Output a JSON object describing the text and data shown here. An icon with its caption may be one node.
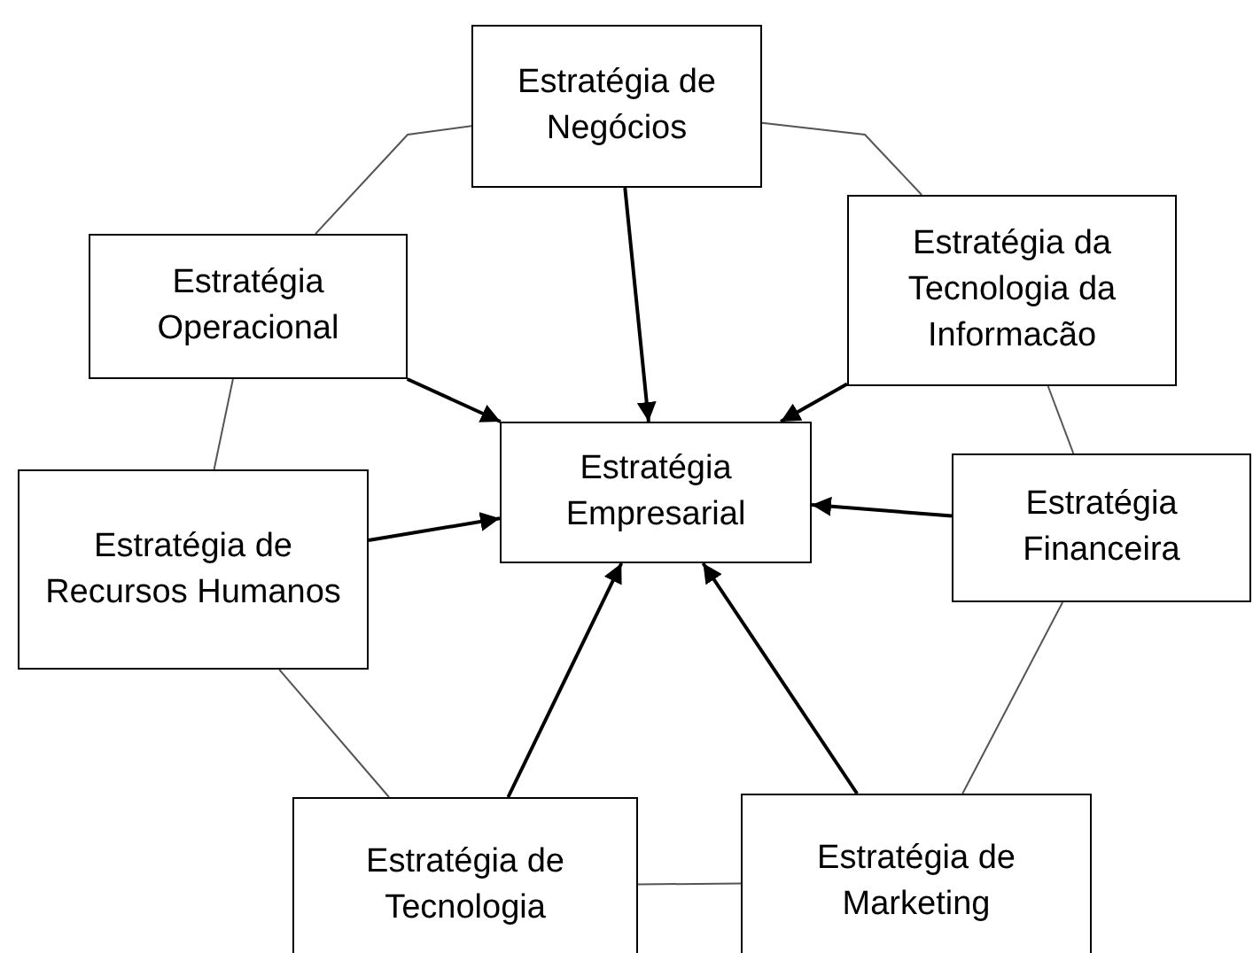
{
  "diagram": {
    "nodes": [
      {
        "text": [
          "Estratégia de Negócios"
        ]
      },
      {
        "text": [
          "Estratégia Operacional"
        ]
      },
      {
        "text": [
          "Estratégia da Tecnologia da Informacão"
        ]
      },
      {
        "text": [
          "Estratégia Empresarial"
        ]
      },
      {
        "text": [
          "Estratégia de Recursos Humanos"
        ]
      },
      {
        "text": [
          "Estratégia Financeira"
        ]
      },
      {
        "text": [
          "Estratégia de Tecnologia"
        ]
      },
      {
        "text": [
          "Estratégia de Marketing"
        ]
      }
    ],
    "edges": [
      {
        "from": 0,
        "to": 3,
        "arrow": "to"
      },
      {
        "from": 1,
        "to": 3,
        "arrow": "to"
      },
      {
        "from": 2,
        "to": 3,
        "arrow": "to"
      },
      {
        "from": 4,
        "to": 3,
        "arrow": "to"
      },
      {
        "from": 5,
        "to": 3,
        "arrow": "to"
      },
      {
        "from": 6,
        "to": 3,
        "arrow": "to"
      },
      {
        "from": 7,
        "to": 3,
        "arrow": "to"
      },
      {
        "from": 0,
        "to": 1,
        "arrow": "none"
      },
      {
        "from": 0,
        "to": 2,
        "arrow": "none"
      },
      {
        "from": 1,
        "to": 4,
        "arrow": "none"
      },
      {
        "from": 2,
        "to": 5,
        "arrow": "none"
      },
      {
        "from": 4,
        "to": 6,
        "arrow": "none"
      },
      {
        "from": 5,
        "to": 7,
        "arrow": "none"
      },
      {
        "from": 6,
        "to": 7,
        "arrow": "none"
      }
    ]
  }
}
